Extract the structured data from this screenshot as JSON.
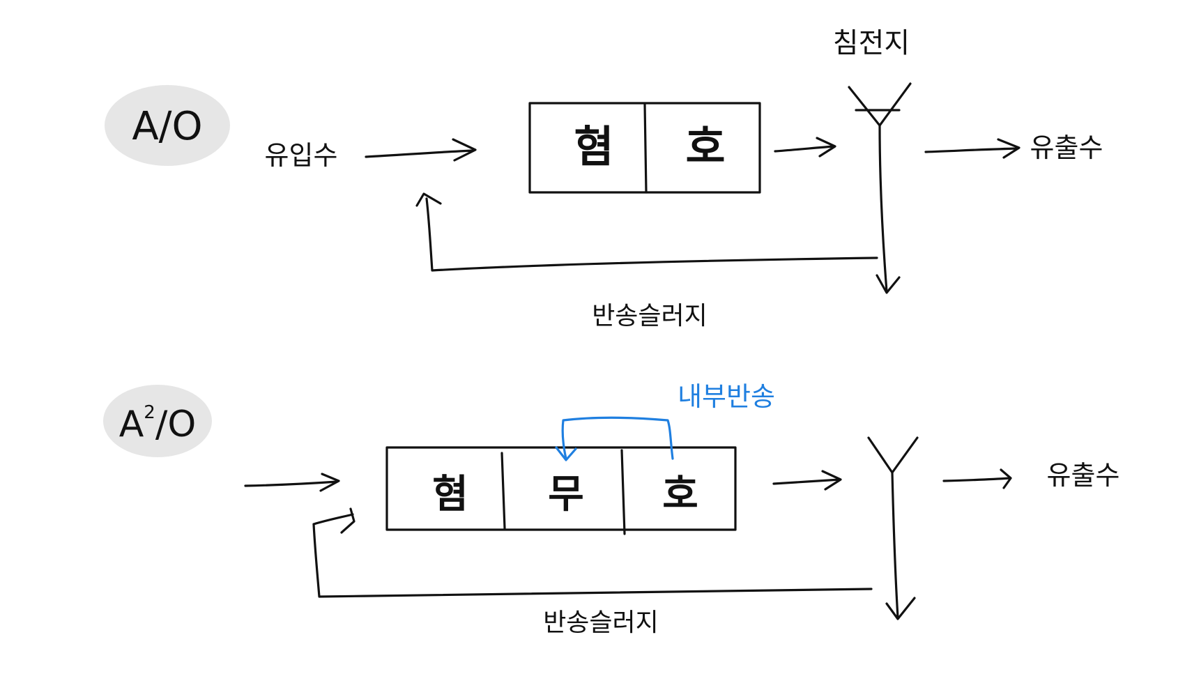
{
  "colors": {
    "ink": "#111111",
    "highlight": "#1f7fe0",
    "pill": "#e6e6e6"
  },
  "diagram_top": {
    "label": "A/O",
    "influent": "유입수",
    "tanks": [
      "혐",
      "호"
    ],
    "clarifier": "침전지",
    "effluent": "유출수",
    "return_sludge": "반송슬러지"
  },
  "diagram_bottom": {
    "label_main": "A",
    "label_sup": "2",
    "label_tail": "/O",
    "tanks": [
      "혐",
      "무",
      "호"
    ],
    "internal_recycle": "내부반송",
    "effluent": "유출수",
    "return_sludge": "반송슬러지"
  }
}
